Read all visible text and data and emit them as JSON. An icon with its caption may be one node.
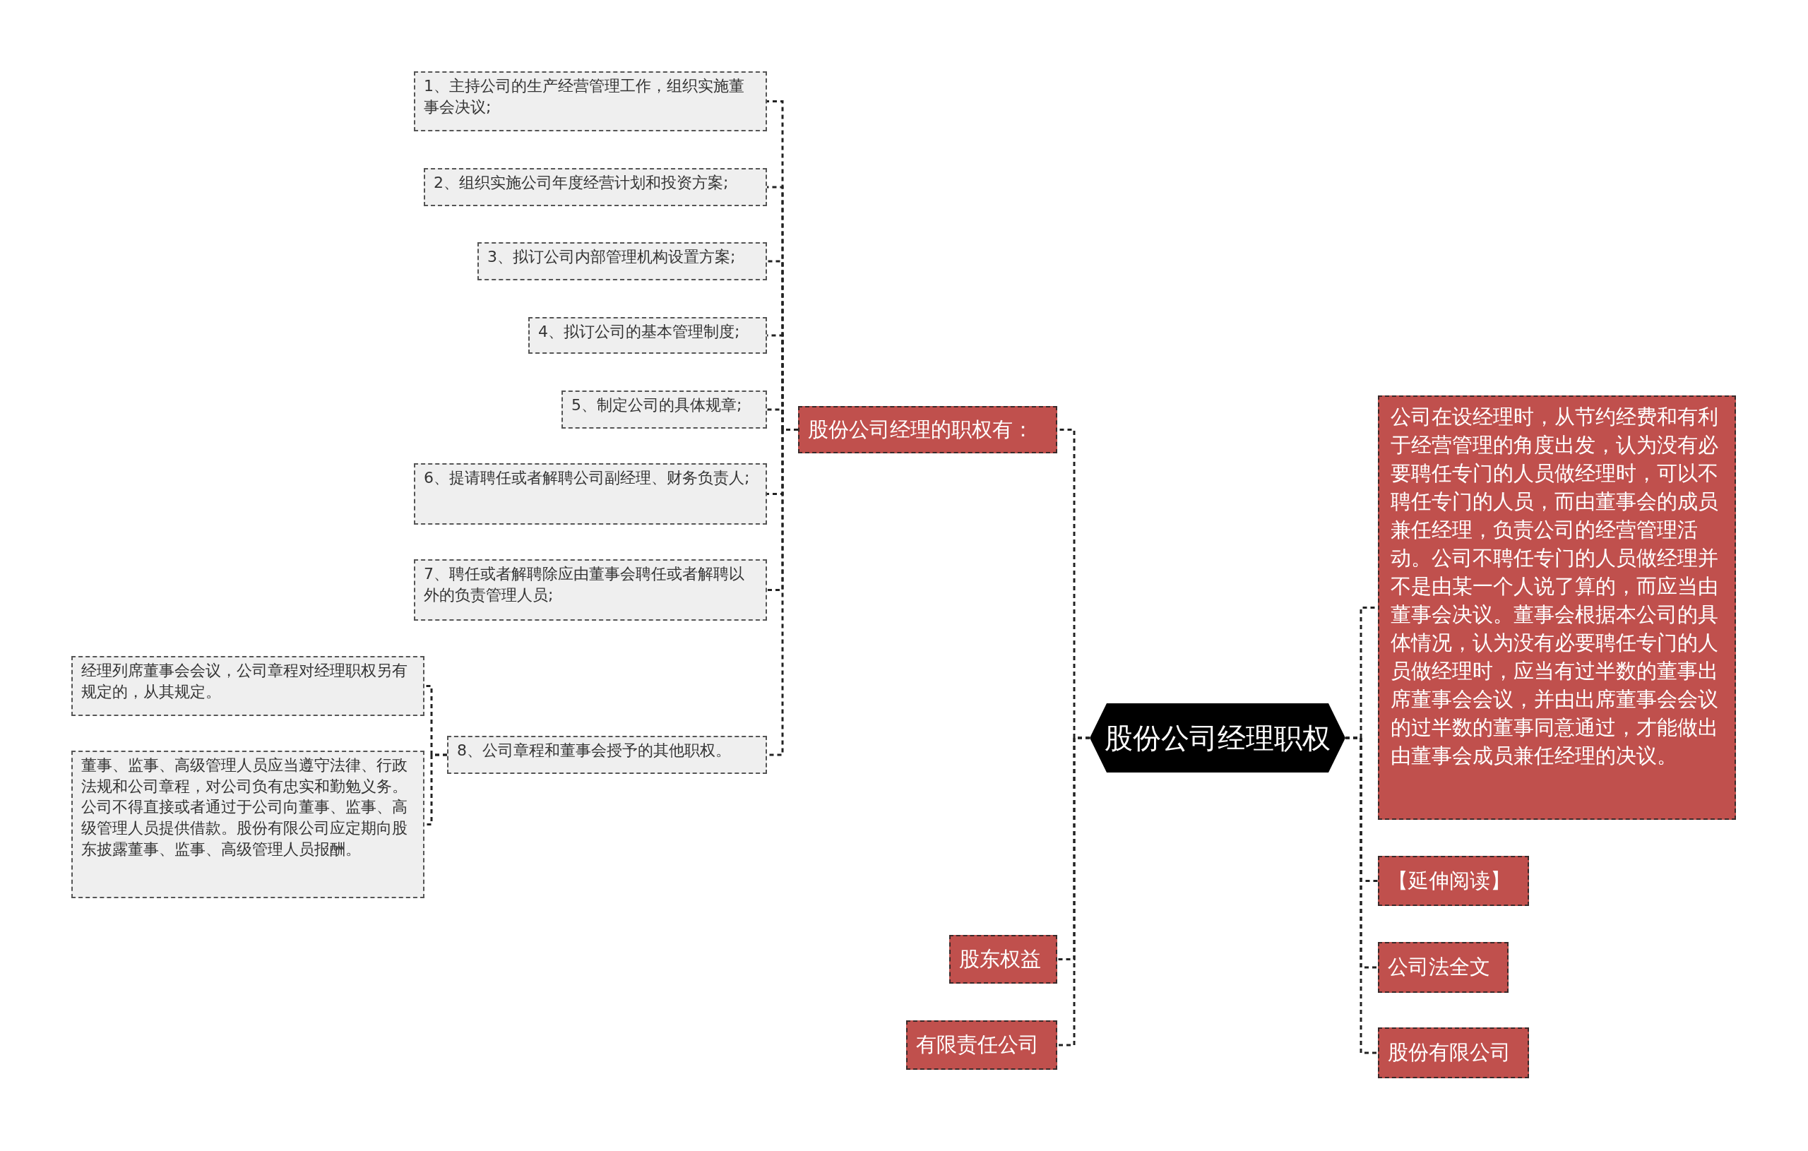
{
  "diagram": {
    "nodes": [
      {
        "text": [
          "股份公司经理职权"
        ]
      },
      {
        "text": [
          "股份公司经理的职权有："
        ]
      },
      {
        "text": [
          "1、主持公司的生产经营管理工作，组织实施董事会决议;"
        ]
      },
      {
        "text": [
          "2、组织实施公司年度经营计划和投资方案;"
        ]
      },
      {
        "text": [
          "3、拟订公司内部管理机构设置方案;"
        ]
      },
      {
        "text": [
          "4、拟订公司的基本管理制度;"
        ]
      },
      {
        "text": [
          "5、制定公司的具体规章;"
        ]
      },
      {
        "text": [
          "6、提请聘任或者解聘公司副经理、财务负责人;"
        ]
      },
      {
        "text": [
          "7、聘任或者解聘除应由董事会聘任或者解聘以外的负责管理人员;"
        ]
      },
      {
        "text": [
          "8、公司章程和董事会授予的其他职权。"
        ]
      },
      {
        "text": [
          "经理列席董事会会议，公司章程对经理职权另有规定的，从其规定。"
        ]
      },
      {
        "text": [
          "董事、监事、高级管理人员应当遵守法律、行政法规和公司章程，对公司负有忠实和勤勉义务。公司不得直接或者通过于公司向董事、监事、高级管理人员提供借款。股份有限公司应定期向股东披露董事、监事、高级管理人员报酬。"
        ]
      },
      {
        "text": [
          "股东权益"
        ]
      },
      {
        "text": [
          "有限责任公司"
        ]
      },
      {
        "text": [
          "公司在设经理时，从节约经费和有利于经营管理的角度出发，认为没有必要聘任专门的人员做经理时，可以不聘任专门的人员，而由董事会的成员兼任经理，负责公司的经营管理活动。公司不聘任专门的人员做经理并不是由某一个人说了算的，而应当由董事会决议。董事会根据本公司的具体情况，认为没有必要聘任专门的人员做经理时，应当有过半数的董事出席董事会会议，并由出席董事会会议的过半数的董事同意通过，才能做出由董事会成员兼任经理的决议。"
        ]
      },
      {
        "text": [
          "【延伸阅读】"
        ]
      },
      {
        "text": [
          "公司法全文"
        ]
      },
      {
        "text": [
          "股份有限公司"
        ]
      }
    ],
    "edges": [
      {
        "from": 0,
        "to": 1,
        "arrow": "none",
        "style": "dashed"
      },
      {
        "from": 1,
        "to": 2,
        "arrow": "none",
        "style": "dashed"
      },
      {
        "from": 1,
        "to": 3,
        "arrow": "none",
        "style": "dashed"
      },
      {
        "from": 1,
        "to": 4,
        "arrow": "none",
        "style": "dashed"
      },
      {
        "from": 1,
        "to": 5,
        "arrow": "none",
        "style": "dashed"
      },
      {
        "from": 1,
        "to": 6,
        "arrow": "none",
        "style": "dashed"
      },
      {
        "from": 1,
        "to": 7,
        "arrow": "none",
        "style": "dashed"
      },
      {
        "from": 1,
        "to": 8,
        "arrow": "none",
        "style": "dashed"
      },
      {
        "from": 1,
        "to": 9,
        "arrow": "none",
        "style": "dashed"
      },
      {
        "from": 9,
        "to": 10,
        "arrow": "none",
        "style": "dashed"
      },
      {
        "from": 9,
        "to": 11,
        "arrow": "none",
        "style": "dashed"
      },
      {
        "from": 0,
        "to": 12,
        "arrow": "none",
        "style": "dashed"
      },
      {
        "from": 0,
        "to": 13,
        "arrow": "none",
        "style": "dashed"
      },
      {
        "from": 0,
        "to": 14,
        "arrow": "none",
        "style": "dashed"
      },
      {
        "from": 0,
        "to": 15,
        "arrow": "none",
        "style": "dashed"
      },
      {
        "from": 0,
        "to": 16,
        "arrow": "none",
        "style": "dashed"
      },
      {
        "from": 0,
        "to": 17,
        "arrow": "none",
        "style": "dashed"
      }
    ]
  }
}
